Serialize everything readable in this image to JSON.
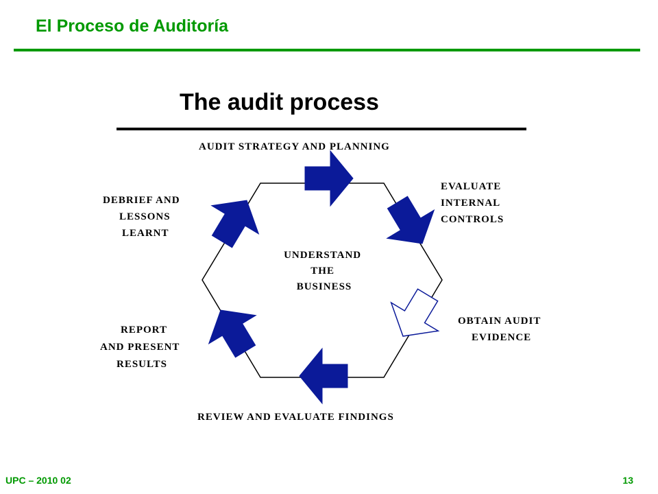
{
  "slide": {
    "title": "El Proceso de Auditoría",
    "footer_left": "UPC – 2010 02",
    "page_number": "13"
  },
  "diagram": {
    "title": "The audit process",
    "center_lines": [
      "UNDERSTAND",
      "THE",
      "BUSINESS"
    ],
    "stages": {
      "top": [
        "AUDIT STRATEGY AND PLANNING"
      ],
      "upper_right": [
        "EVALUATE",
        "INTERNAL",
        "CONTROLS"
      ],
      "lower_right": [
        "OBTAIN AUDIT",
        "EVIDENCE"
      ],
      "bottom": [
        "REVIEW AND EVALUATE FINDINGS"
      ],
      "lower_left": [
        "REPORT",
        "AND PRESENT",
        "RESULTS"
      ],
      "upper_left": [
        "DEBRIEF AND",
        "LESSONS",
        "LEARNT"
      ]
    },
    "arrow_color": "#0b1a99",
    "hollow_arrow_color": "#0b1a99"
  },
  "colors": {
    "accent": "#009900",
    "text": "#000000",
    "background": "#ffffff"
  }
}
